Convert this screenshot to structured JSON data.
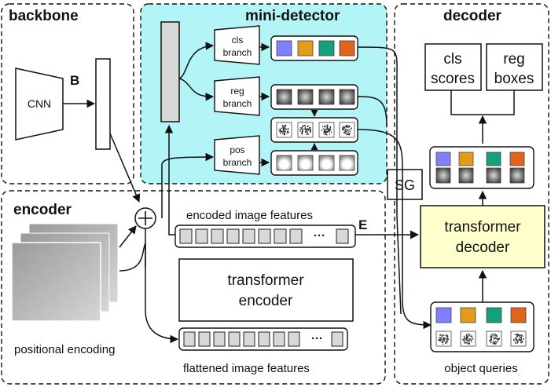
{
  "sections": {
    "backbone": "backbone",
    "mini_detector": "mini-detector",
    "encoder": "encoder",
    "decoder": "decoder"
  },
  "backbone": {
    "cnn": "CNN",
    "b_label": "B"
  },
  "mini_detector": {
    "cls_branch": [
      "cls",
      "branch"
    ],
    "reg_branch": [
      "reg",
      "branch"
    ],
    "pos_branch": [
      "pos",
      "branch"
    ]
  },
  "sg_label": "SG",
  "encoder": {
    "encoded_features": "encoded image features",
    "e_label": "E",
    "transformer_encoder": [
      "transformer",
      "encoder"
    ],
    "positional_encoding": "positional encoding",
    "flattened_features": "flattened image features",
    "ellipsis": "···"
  },
  "decoder": {
    "cls_scores": [
      "cls",
      "scores"
    ],
    "reg_boxes": [
      "reg",
      "boxes"
    ],
    "transformer_decoder": [
      "transformer",
      "decoder"
    ],
    "object_queries": "object queries"
  },
  "colors": {
    "mini_detector_bg": "#b3f4f6",
    "decoder_box_bg": "#ffffcc",
    "class_purple": "#8080ff",
    "class_orange": "#e29c1a",
    "class_green": "#13a07a",
    "class_red": "#e0641b"
  }
}
